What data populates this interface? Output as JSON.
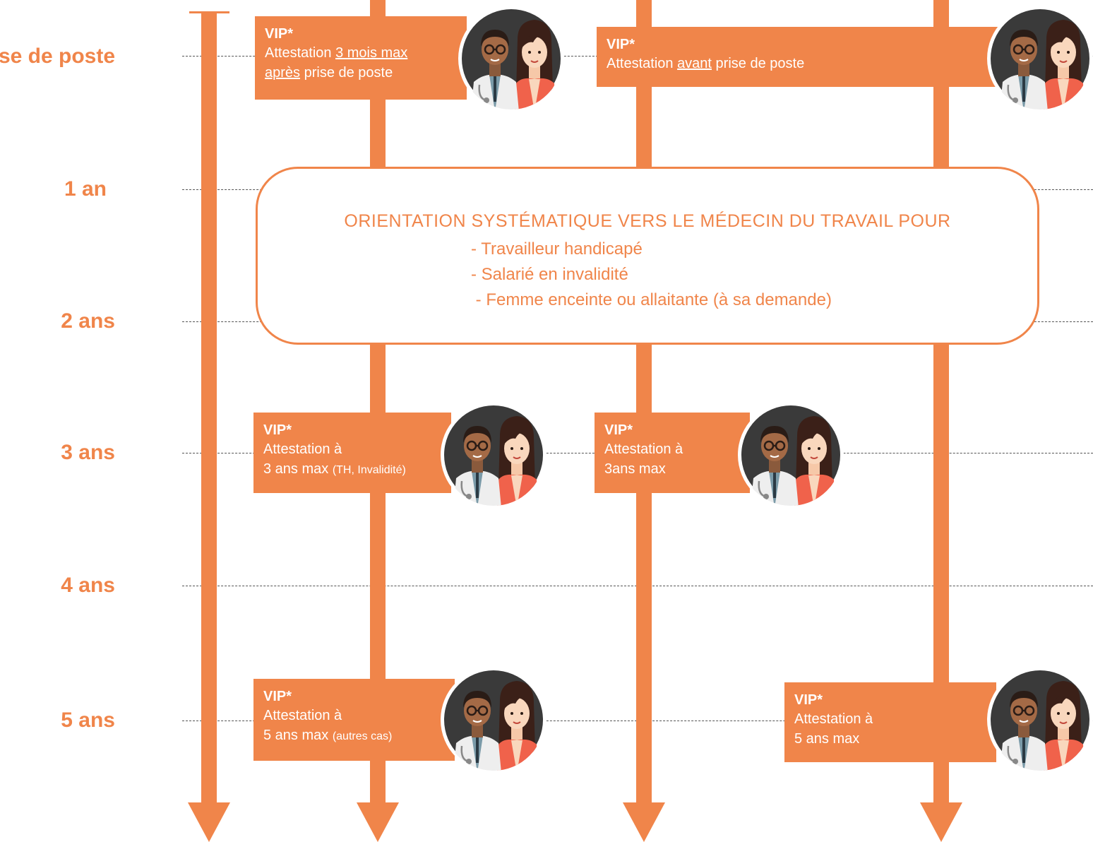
{
  "colors": {
    "accent": "#f0854a",
    "dash": "#555555",
    "avatar_bg": "#3a3a3a"
  },
  "timeline": {
    "rows": [
      {
        "label": "Prise de poste"
      },
      {
        "label": "1 an"
      },
      {
        "label": "2 ans"
      },
      {
        "label": "3 ans"
      },
      {
        "label": "4 ans"
      },
      {
        "label": "5 ans"
      }
    ]
  },
  "cards": {
    "c1": {
      "title": "VIP*",
      "line1_a": "Attestation ",
      "line1_u": "3 mois max",
      "line2_u": "après",
      "line2_b": " prise de poste"
    },
    "c2": {
      "title": "VIP*",
      "line1_a": "Attestation ",
      "line1_u": "avant",
      "line1_b": " prise de poste"
    },
    "c3": {
      "title": "VIP*",
      "line1": "Attestation à",
      "line2_a": "3 ans max ",
      "line2_small": "(TH, Invalidité)"
    },
    "c4": {
      "title": "VIP*",
      "line1": "Attestation à",
      "line2": "3ans max"
    },
    "c5": {
      "title": "VIP*",
      "line1": "Attestation à",
      "line2_a": "5 ans max ",
      "line2_small": "(autres cas)"
    },
    "c6": {
      "title": "VIP*",
      "line1": "Attestation à",
      "line2": "5 ans max"
    }
  },
  "note": {
    "title": "ORIENTATION SYSTÉMATIQUE VERS LE MÉDECIN DU TRAVAIL POUR",
    "items": [
      "- Travailleur handicapé",
      "- Salarié en invalidité",
      " - Femme enceinte ou allaitante (à sa demande)"
    ]
  },
  "icons": {
    "avatar": "doctor-and-woman-avatar-icon",
    "arrow": "arrow-down-icon"
  }
}
